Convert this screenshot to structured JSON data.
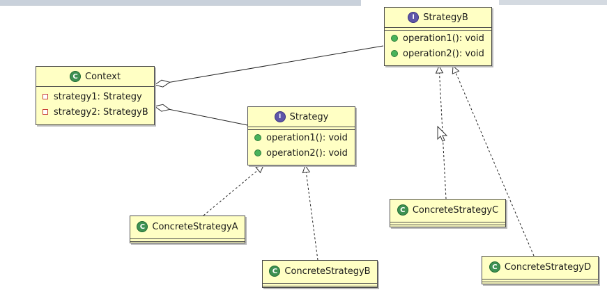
{
  "diagram": {
    "interfaces": {
      "strategy_b": {
        "name": "StrategyB",
        "methods": [
          "operation1(): void",
          "operation2(): void"
        ]
      },
      "strategy": {
        "name": "Strategy",
        "methods": [
          "operation1(): void",
          "operation2(): void"
        ]
      }
    },
    "classes": {
      "context": {
        "name": "Context",
        "fields": [
          "strategy1: Strategy",
          "strategy2: StrategyB"
        ]
      },
      "concrete_a": {
        "name": "ConcreteStrategyA"
      },
      "concrete_b": {
        "name": "ConcreteStrategyB"
      },
      "concrete_c": {
        "name": "ConcreteStrategyC"
      },
      "concrete_d": {
        "name": "ConcreteStrategyD"
      }
    },
    "glyphs": {
      "class": "C",
      "interface": "I"
    },
    "colors": {
      "box_fill": "#ffffc4",
      "class_icon": "#3e9152",
      "interface_icon": "#5e56a8",
      "public_dot": "#48b35a",
      "private_marker": "#c8423a"
    }
  }
}
